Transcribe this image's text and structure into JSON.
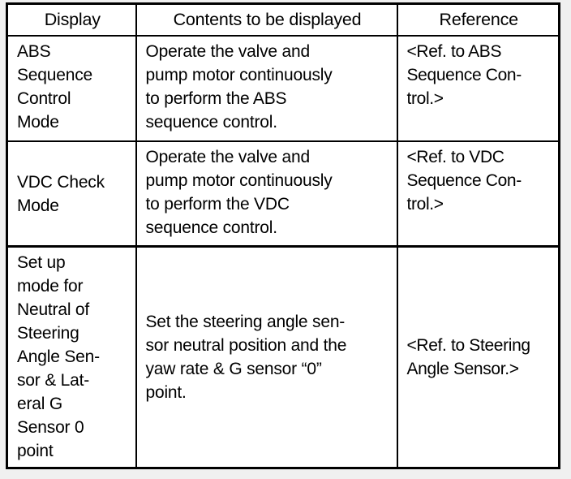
{
  "document": {
    "type": "specification-table",
    "background_color": "#f0f0f0",
    "table_background_color": "#ffffff",
    "line_color": "#000000"
  },
  "table": {
    "columns": [
      {
        "key": "display",
        "header": "Display"
      },
      {
        "key": "contents",
        "header": "Contents to be displayed"
      },
      {
        "key": "reference",
        "header": "Reference"
      }
    ],
    "rows": [
      {
        "display": "ABS\nSequence\nControl\nMode",
        "contents": "Operate the valve and\npump motor continuously\nto perform the ABS\nsequence control.",
        "reference": "<Ref. to ABS\nSequence Con-\ntrol.>"
      },
      {
        "display": "VDC Check\nMode",
        "contents": "Operate the valve and\npump motor continuously\nto perform the VDC\nsequence control.",
        "reference": "<Ref. to VDC\nSequence Con-\ntrol.>"
      },
      {
        "display": "Set up\nmode for\nNeutral of\nSteering\nAngle Sen-\nsor & Lat-\neral G\nSensor 0\npoint",
        "contents": "Set the steering angle sen-\nsor neutral position and the\nyaw rate & G sensor “0”\npoint.",
        "reference": "<Ref. to Steering\nAngle Sensor.>"
      }
    ]
  }
}
